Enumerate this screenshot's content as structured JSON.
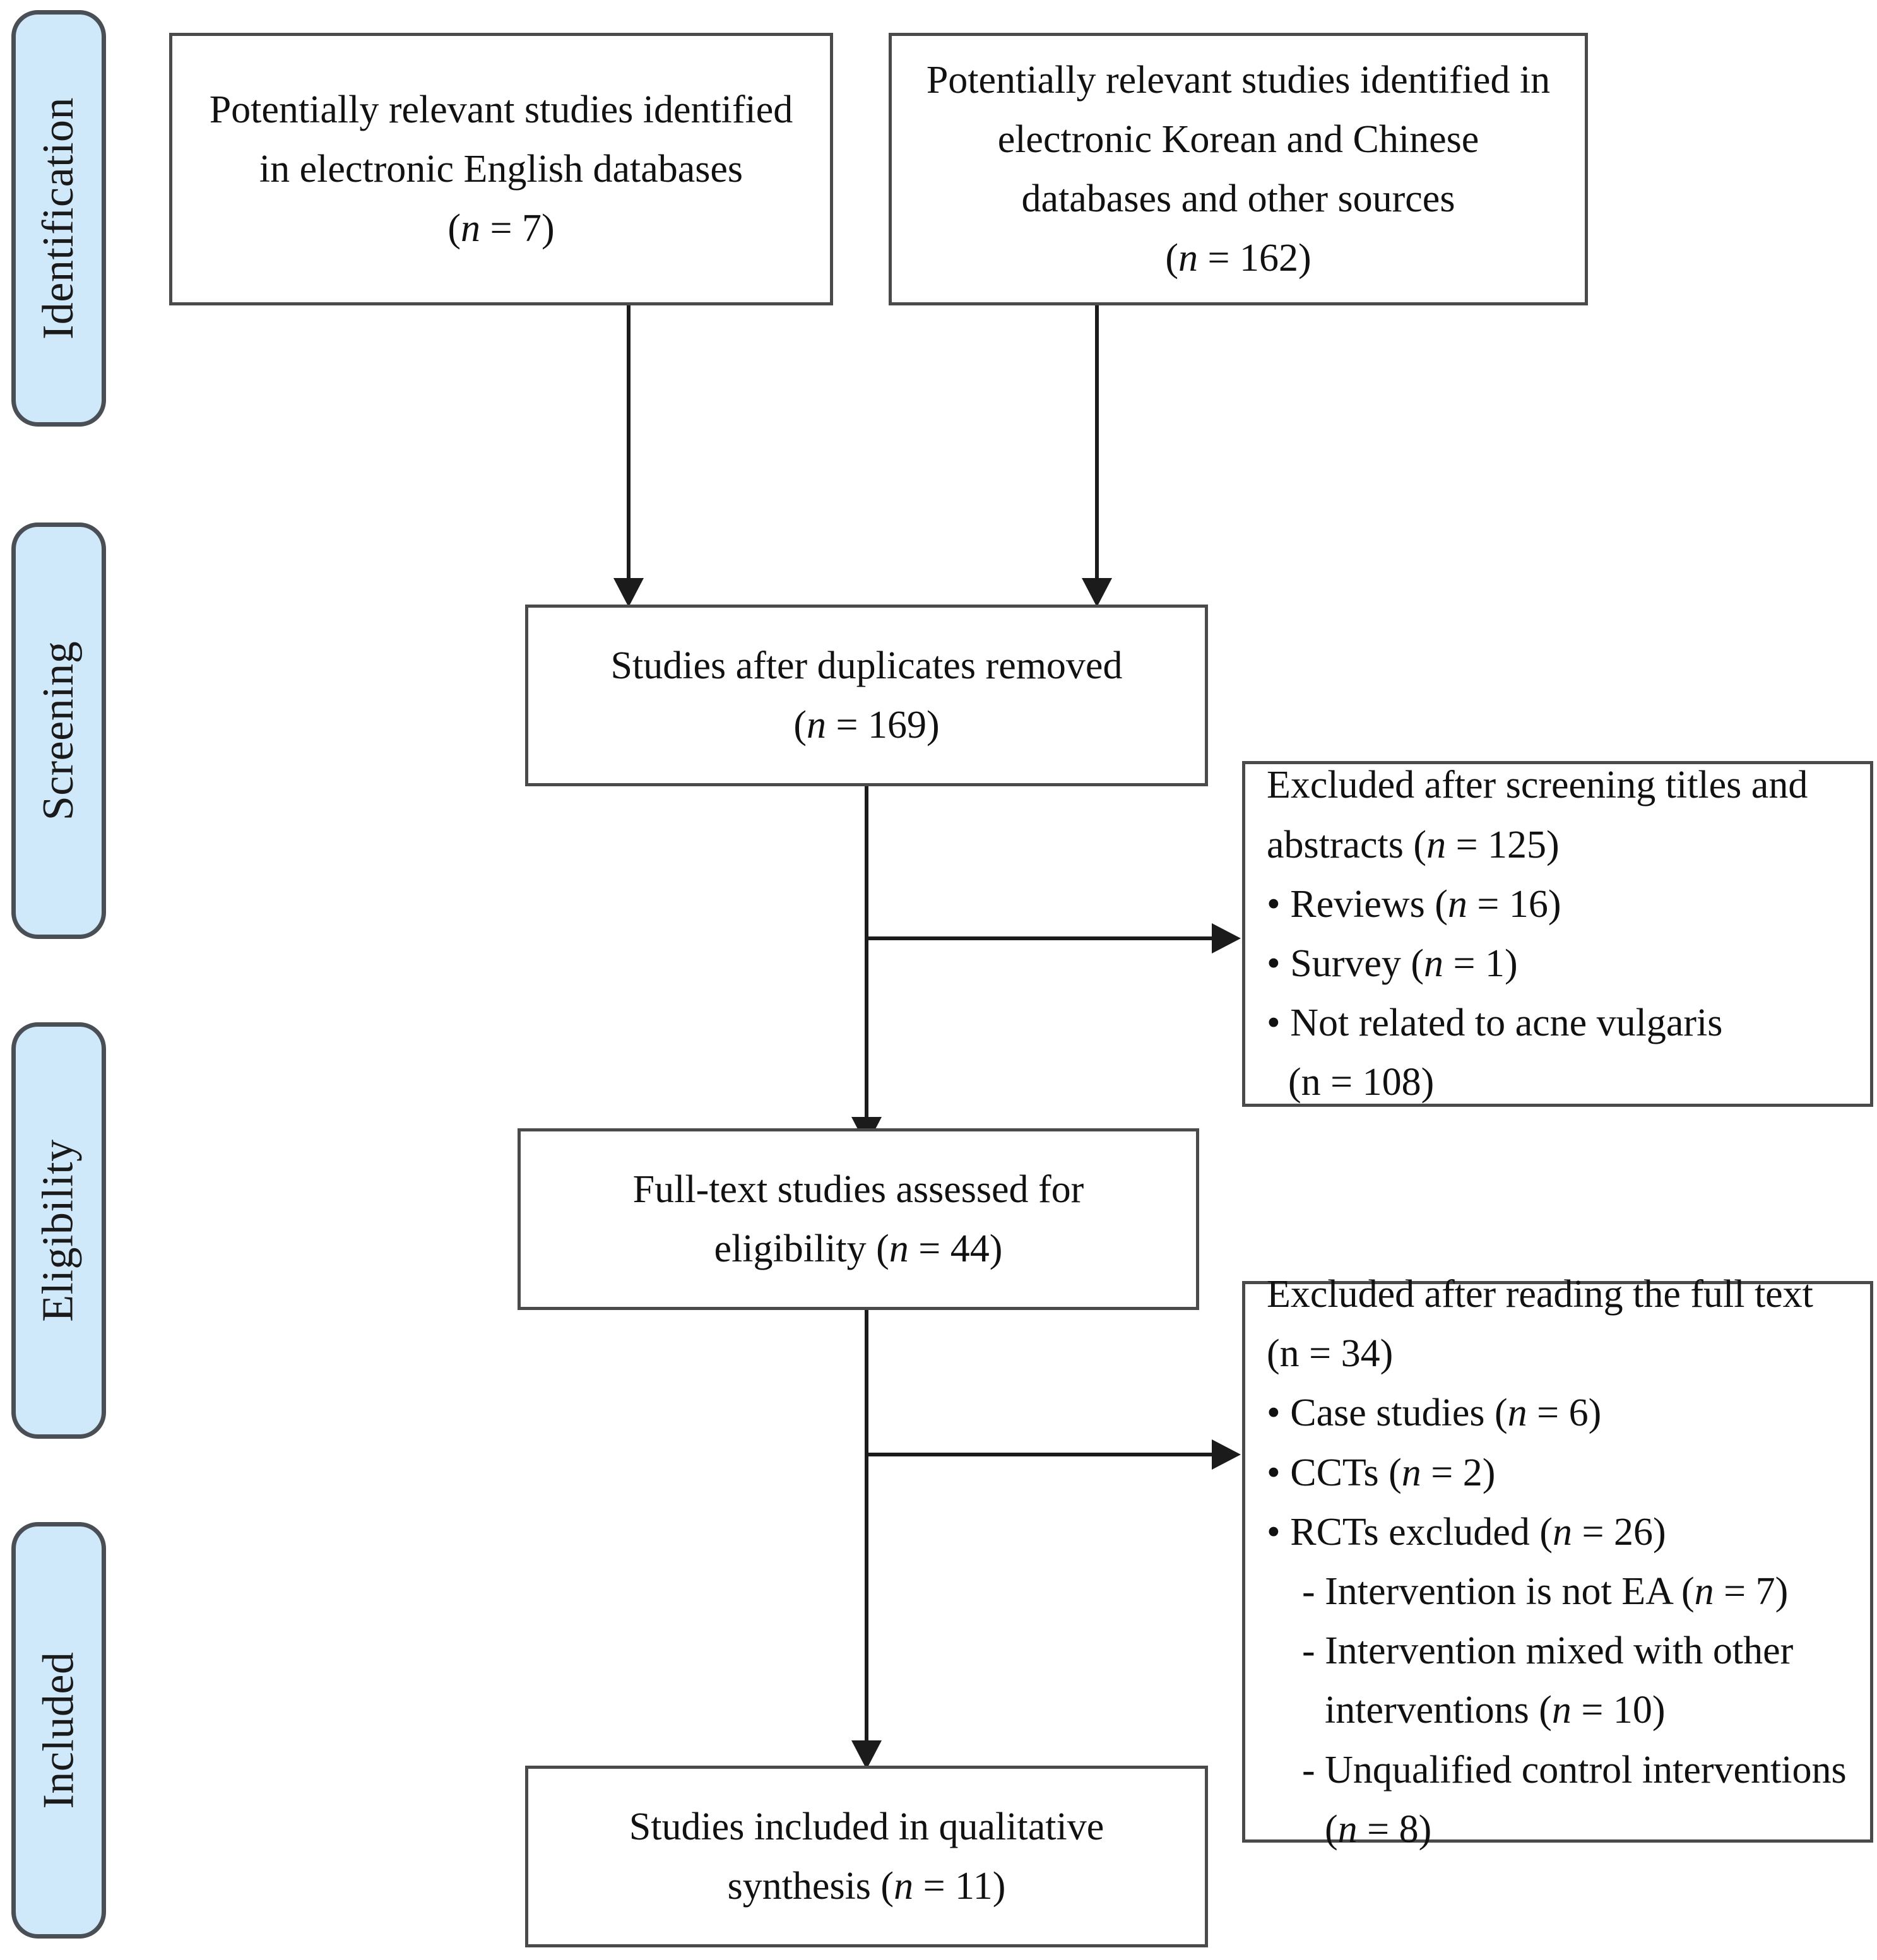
{
  "diagram": {
    "type": "prisma-flow-diagram",
    "title": "PRISMA study selection flow diagram"
  },
  "stages": [
    {
      "id": "identification",
      "label": "Identification"
    },
    {
      "id": "screening",
      "label": "Screening"
    },
    {
      "id": "eligibility",
      "label": "Eligibility"
    },
    {
      "id": "included",
      "label": "Included"
    }
  ],
  "boxes": {
    "english_databases": {
      "line1": "Potentially relevant studies identified",
      "line2": "in electronic English databases",
      "count_open": "(",
      "count_n": "n",
      "count_rest": " = 7)",
      "n_value": 7
    },
    "korean_chinese_databases": {
      "line1": "Potentially relevant studies identified in",
      "line2": "electronic Korean and Chinese",
      "line3": "databases and other sources",
      "count_open": "(",
      "count_n": "n",
      "count_rest": " = 162)",
      "n_value": 162
    },
    "duplicates_removed": {
      "line1": "Studies after duplicates removed",
      "count_open": "(",
      "count_n": "n",
      "count_rest": " = 169)",
      "n_value": 169
    },
    "screening_excluded": {
      "heading_line1": "Excluded after screening titles and",
      "heading_line2_pre": "abstracts (",
      "heading_line2_n": "n",
      "heading_line2_post": " = 125)",
      "heading_n_value": 125,
      "items": [
        {
          "bullet": "•",
          "pre": " Reviews (",
          "n": "n",
          "post": " = 16)",
          "value": 16
        },
        {
          "bullet": "•",
          "pre": " Survey (",
          "n": "n",
          "post": " = 1)",
          "value": 1
        },
        {
          "bullet": "•",
          "pre": " Not related to acne vulgaris",
          "n": "",
          "post": "",
          "value": 108
        }
      ],
      "item3_continuation": "(n = 108)"
    },
    "full_text_assessed": {
      "line1": "Full-text studies assessed for",
      "line2_pre": "eligibility (",
      "line2_n": "n",
      "line2_post": " = 44)",
      "n_value": 44
    },
    "fulltext_excluded": {
      "heading_line1": "Excluded after reading the full text",
      "heading_line2": "(n = 34)",
      "heading_n_value": 34,
      "items": [
        {
          "bullet": "•",
          "pre": " Case studies (",
          "n": "n",
          "post": " = 6)",
          "value": 6
        },
        {
          "bullet": "•",
          "pre": " CCTs (",
          "n": "n",
          "post": " = 2)",
          "value": 2
        },
        {
          "bullet": "•",
          "pre": " RCTs excluded (",
          "n": "n",
          "post": " = 26)",
          "value": 26
        }
      ],
      "subitems": [
        {
          "dash": "-",
          "pre": " Intervention is not EA (",
          "n": "n",
          "post": " = 7)",
          "value": 7,
          "cont": ""
        },
        {
          "dash": "-",
          "pre": " Intervention mixed with other",
          "n": "",
          "post": "",
          "value": 10,
          "cont_pre": "interventions (",
          "cont_n": "n",
          "cont_post": " = 10)"
        },
        {
          "dash": "-",
          "pre": " Unqualified control interventions",
          "n": "",
          "post": "",
          "value": 8,
          "cont_pre": "(",
          "cont_n": "n",
          "cont_post": " = 8)"
        }
      ]
    },
    "qualitative_synthesis": {
      "line1": "Studies included in qualitative",
      "line2_pre": "synthesis (",
      "line2_n": "n",
      "line2_post": " = 11)",
      "n_value": 11
    }
  },
  "colors": {
    "stage_fill": "#cfe8fa",
    "stage_border": "#4a4f55",
    "box_border": "#4a4a4a",
    "connector": "#1b1b1b",
    "text": "#111111",
    "background": "#ffffff"
  }
}
